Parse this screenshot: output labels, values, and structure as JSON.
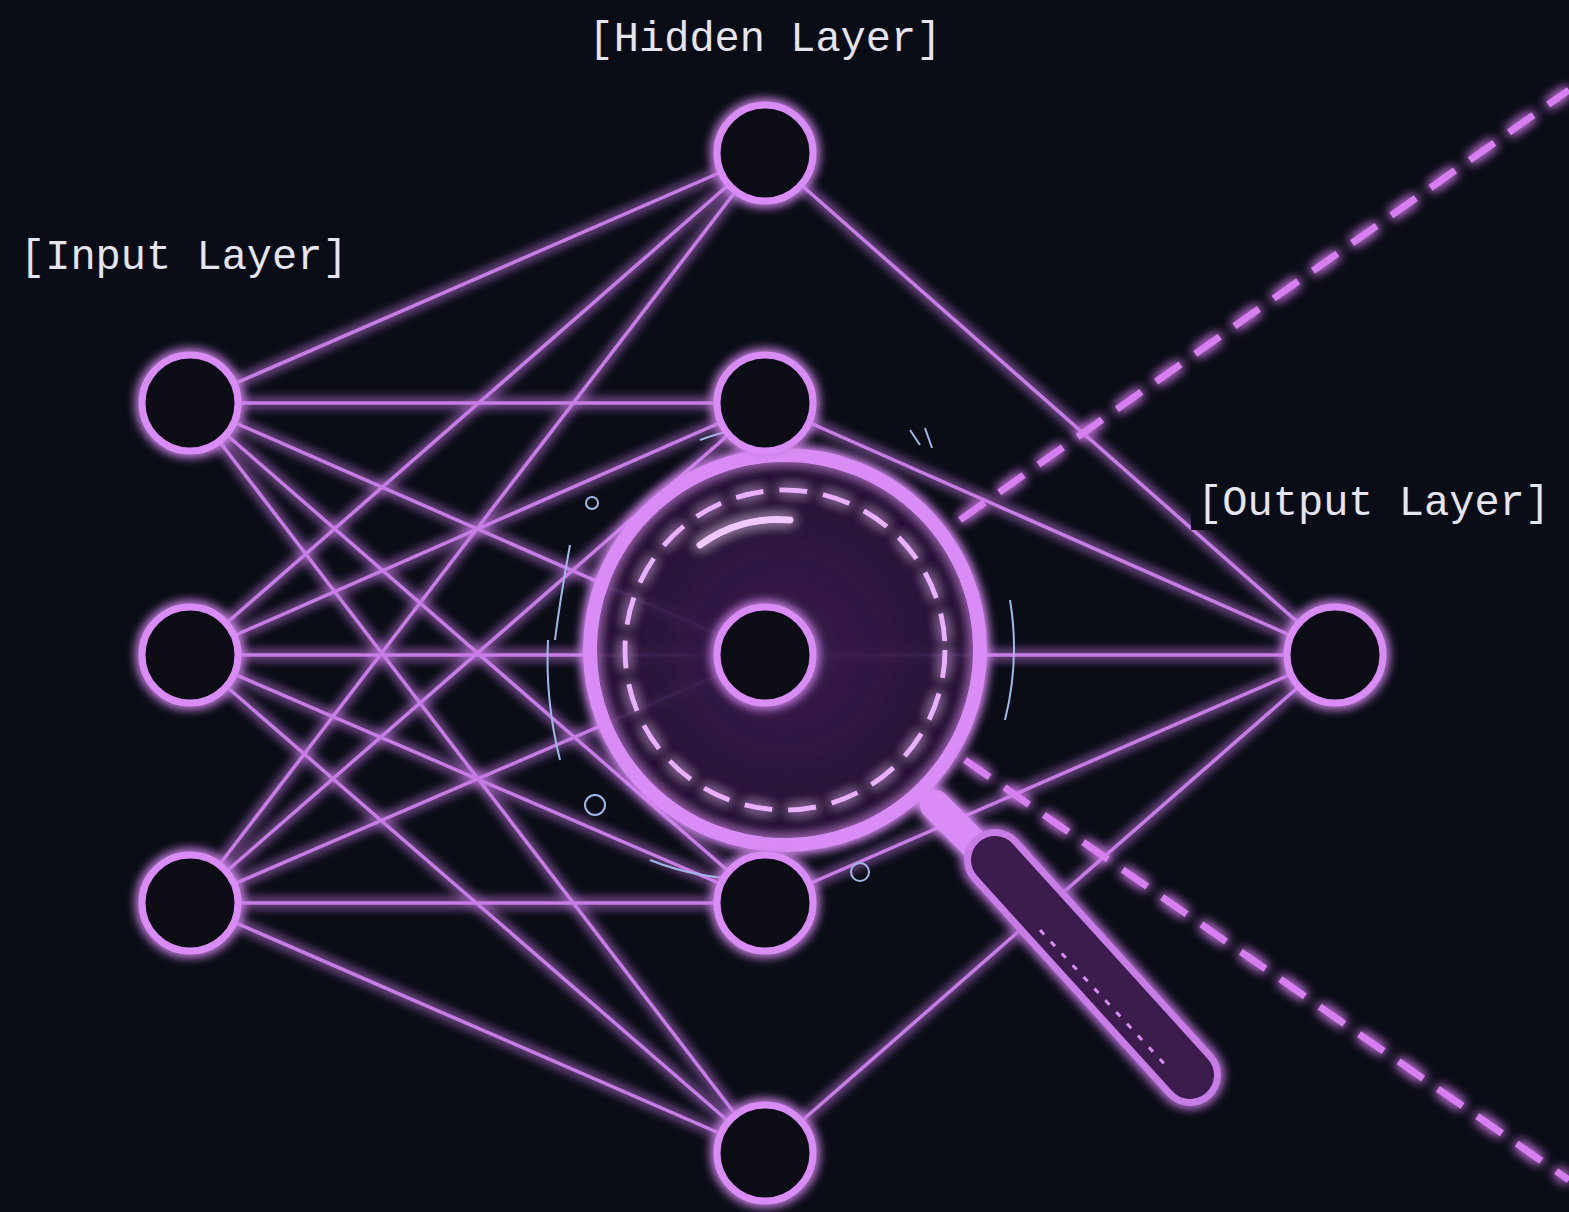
{
  "diagram": {
    "labels": [
      "[Hidden Layer]",
      "[Input Layer]",
      "[Output Layer]"
    ]
  }
}
